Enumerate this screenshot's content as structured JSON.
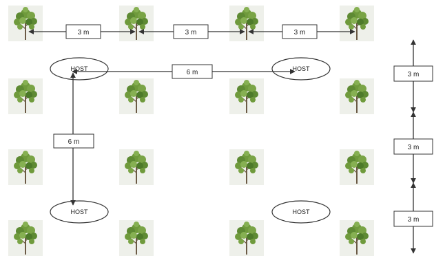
{
  "diagram": {
    "host_label": "HOST",
    "spacing_labels": {
      "top_row_1": "3 m",
      "top_row_2": "3 m",
      "top_row_3": "3 m",
      "host_horizontal": "6 m",
      "host_vertical": "6 m",
      "right_1": "3 m",
      "right_2": "3 m",
      "right_3": "3 m"
    },
    "colors": {
      "tree_foliage": "#6f9a3c",
      "tree_foliage_dark": "#4d7a2a",
      "trunk": "#6b5a45",
      "tile": "#eef0ea",
      "line": "#333333"
    }
  }
}
